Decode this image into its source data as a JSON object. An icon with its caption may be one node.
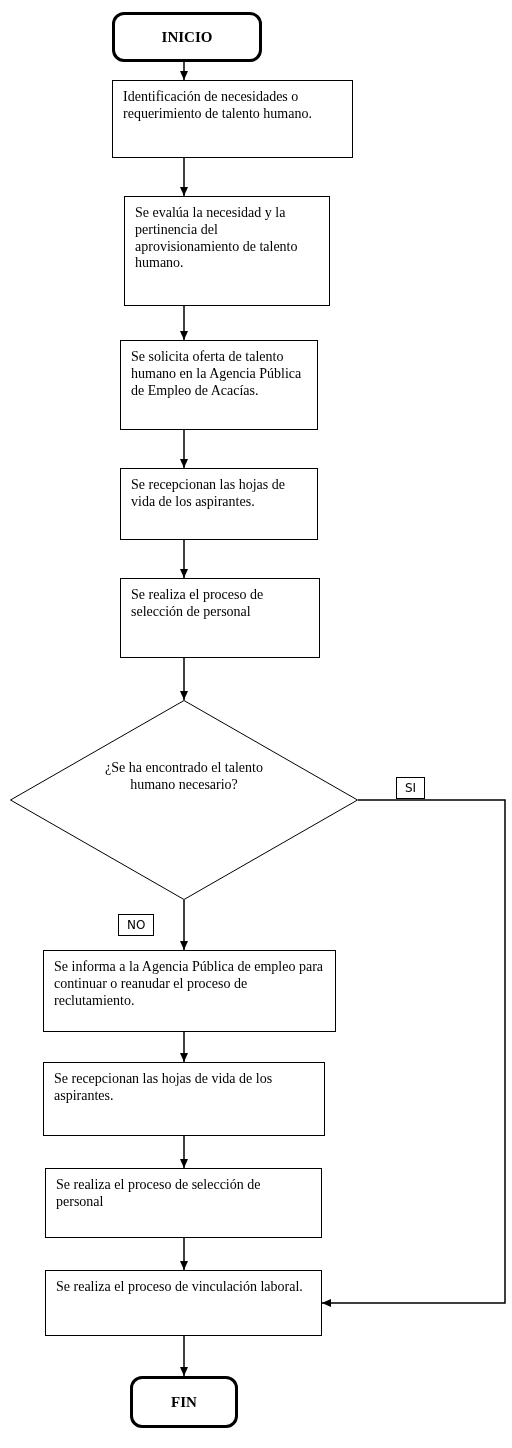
{
  "diagram": {
    "nodes": [
      {
        "text": [
          "INICIO"
        ]
      },
      {
        "text": [
          "Identificación de necesidades o requerimiento de talento humano."
        ]
      },
      {
        "text": [
          "Se evalúa la necesidad y la pertinencia del aprovisionamiento de talento humano."
        ]
      },
      {
        "text": [
          "Se solicita oferta de talento humano en la Agencia Pública de Empleo de Acacías."
        ]
      },
      {
        "text": [
          "Se recepcionan las hojas de vida de los aspirantes."
        ]
      },
      {
        "text": [
          "Se realiza el proceso de selección de personal"
        ]
      },
      {
        "text": [
          "¿Se ha encontrado el talento humano necesario?"
        ]
      },
      {
        "text": [
          "Se informa a la Agencia Pública de empleo para continuar o reanudar el proceso de reclutamiento."
        ]
      },
      {
        "text": [
          "Se recepcionan las hojas de vida de los aspirantes."
        ]
      },
      {
        "text": [
          "Se realiza el proceso de selección de personal"
        ]
      },
      {
        "text": [
          "Se realiza el proceso de vinculación laboral."
        ]
      },
      {
        "text": [
          "FIN"
        ]
      }
    ],
    "edges": [
      {
        "from": 0,
        "to": 1,
        "arrow": "to"
      },
      {
        "from": 1,
        "to": 2,
        "arrow": "to"
      },
      {
        "from": 2,
        "to": 3,
        "arrow": "to"
      },
      {
        "from": 3,
        "to": 4,
        "arrow": "to"
      },
      {
        "from": 4,
        "to": 5,
        "arrow": "to"
      },
      {
        "from": 5,
        "to": 6,
        "arrow": "to"
      },
      {
        "from": 6,
        "to": 7,
        "arrow": "to",
        "label": "NO"
      },
      {
        "from": 7,
        "to": 8,
        "arrow": "to"
      },
      {
        "from": 8,
        "to": 9,
        "arrow": "to"
      },
      {
        "from": 9,
        "to": 10,
        "arrow": "to"
      },
      {
        "from": 6,
        "to": 10,
        "arrow": "to",
        "label": "SI"
      },
      {
        "from": 10,
        "to": 11,
        "arrow": "to"
      }
    ]
  }
}
